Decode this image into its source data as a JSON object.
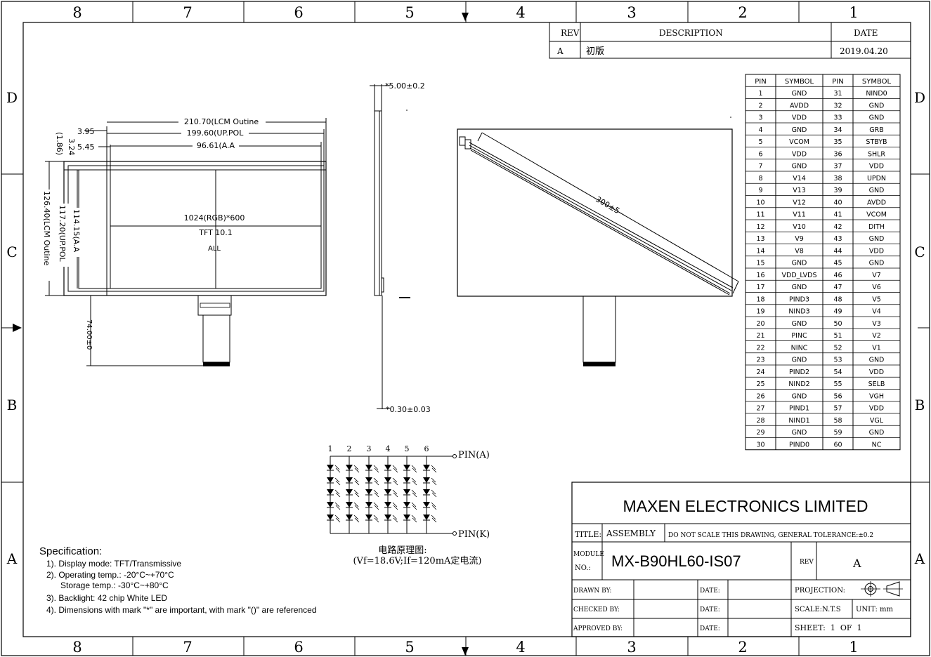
{
  "zones": {
    "columns": [
      "8",
      "7",
      "6",
      "5",
      "4",
      "3",
      "2",
      "1"
    ],
    "rows": [
      "D",
      "C",
      "B",
      "A"
    ]
  },
  "revision_block": {
    "headers": {
      "rev": "REV",
      "description": "DESCRIPTION",
      "date": "DATE"
    },
    "rows": [
      {
        "rev": "A",
        "description": "初版",
        "date": "2019.04.20"
      }
    ]
  },
  "front_view": {
    "dims": {
      "lcm_width": "210.70(LCM Outine",
      "pol_width": "199.60(UP.POL",
      "aa_width": "96.61(A.A",
      "left_offset_1": "3.95",
      "left_offset_2": "5.45",
      "top_offset_1": "3.24",
      "top_offset_2": "(1.86)",
      "lcm_height": "126.40(LCM Outine",
      "pol_height": "117.20(UP.POL",
      "aa_height": "114.15(A.A",
      "fpc_length": "74.00±0"
    },
    "labels": {
      "resolution": "1024(RGB)*600",
      "type": "TFT  10.1",
      "all": "ALL"
    }
  },
  "side_view": {
    "thickness": "*5.00±0.2",
    "fpc_thickness": "*0.30±0.03"
  },
  "back_view": {
    "cable_length": "300±5"
  },
  "pin_table": {
    "headers": [
      "PIN",
      "SYMBOL",
      "PIN",
      "SYMBOL"
    ],
    "rows": [
      [
        "1",
        "GND",
        "31",
        "NIND0"
      ],
      [
        "2",
        "AVDD",
        "32",
        "GND"
      ],
      [
        "3",
        "VDD",
        "33",
        "GND"
      ],
      [
        "4",
        "GND",
        "34",
        "GRB"
      ],
      [
        "5",
        "VCOM",
        "35",
        "STBYB"
      ],
      [
        "6",
        "VDD",
        "36",
        "SHLR"
      ],
      [
        "7",
        "GND",
        "37",
        "VDD"
      ],
      [
        "8",
        "V14",
        "38",
        "UPDN"
      ],
      [
        "9",
        "V13",
        "39",
        "GND"
      ],
      [
        "10",
        "V12",
        "40",
        "AVDD"
      ],
      [
        "11",
        "V11",
        "41",
        "VCOM"
      ],
      [
        "12",
        "V10",
        "42",
        "DITH"
      ],
      [
        "13",
        "V9",
        "43",
        "GND"
      ],
      [
        "14",
        "V8",
        "44",
        "VDD"
      ],
      [
        "15",
        "GND",
        "45",
        "GND"
      ],
      [
        "16",
        "VDD_LVDS",
        "46",
        "V7"
      ],
      [
        "17",
        "GND",
        "47",
        "V6"
      ],
      [
        "18",
        "PIND3",
        "48",
        "V5"
      ],
      [
        "19",
        "NIND3",
        "49",
        "V4"
      ],
      [
        "20",
        "GND",
        "50",
        "V3"
      ],
      [
        "21",
        "PINC",
        "51",
        "V2"
      ],
      [
        "22",
        "NINC",
        "52",
        "V1"
      ],
      [
        "23",
        "GND",
        "53",
        "GND"
      ],
      [
        "24",
        "PIND2",
        "54",
        "VDD"
      ],
      [
        "25",
        "NIND2",
        "55",
        "SELB"
      ],
      [
        "26",
        "GND",
        "56",
        "VGH"
      ],
      [
        "27",
        "PIND1",
        "57",
        "VDD"
      ],
      [
        "28",
        "NIND1",
        "58",
        "VGL"
      ],
      [
        "29",
        "GND",
        "59",
        "GND"
      ],
      [
        "30",
        "PIND0",
        "60",
        "NC"
      ]
    ]
  },
  "circuit": {
    "columns": [
      "1",
      "2",
      "3",
      "4",
      "5",
      "6"
    ],
    "pin_a": "PIN(A)",
    "pin_k": "PIN(K)",
    "caption": "电路原理图:",
    "conditions": "(Vf=18.6V;If=120mA定电流)"
  },
  "specification": {
    "title": "Specification:",
    "items": [
      "1). Display mode: TFT/Transmissive",
      "2). Operating temp.: -20°C~+70°C",
      "      Storage temp.: -30°C~+80°C",
      "3). Backlight: 42 chip White LED",
      "4). Dimensions with mark \"*\" are important, with mark \"()\" are referenced"
    ]
  },
  "title_block": {
    "company": "MAXEN ELECTRONICS LIMITED",
    "title_label": "TITLE:",
    "title_value": "ASSEMBLY",
    "note": "DO NOT SCALE THIS DRAWING, GENERAL TOLERANCE:±0.2",
    "module_label_1": "MODULE",
    "module_label_2": "NO.:",
    "module_no": "MX-B90HL60-IS07",
    "rev_label": "REV",
    "rev_value": "A",
    "drawn_by": "DRAWN BY:",
    "checked_by": "CHECKED BY:",
    "approved_by": "APPROVED BY:",
    "date_label": "DATE:",
    "projection": "PROJECTION:",
    "scale": "SCALE:N.T.S",
    "unit": "UNIT: mm",
    "sheet": "SHEET:  1  OF  1"
  }
}
